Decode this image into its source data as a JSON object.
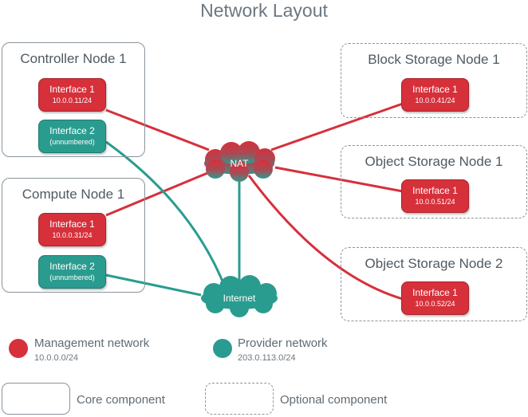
{
  "title": "Network Layout",
  "colors": {
    "management": "#d6303b",
    "provider": "#2a9c8f",
    "border": "#8a949b"
  },
  "nodes": {
    "controller": {
      "label": "Controller Node 1",
      "interface1": {
        "name": "Interface 1",
        "address": "10.0.0.11/24"
      },
      "interface2": {
        "name": "Interface 2",
        "address": "(unnumbered)"
      }
    },
    "compute": {
      "label": "Compute Node 1",
      "interface1": {
        "name": "Interface 1",
        "address": "10.0.0.31/24"
      },
      "interface2": {
        "name": "Interface 2",
        "address": "(unnumbered)"
      }
    },
    "block_storage": {
      "label": "Block Storage Node 1",
      "interface1": {
        "name": "Interface 1",
        "address": "10.0.0.41/24"
      }
    },
    "object_storage1": {
      "label": "Object Storage Node 1",
      "interface1": {
        "name": "Interface 1",
        "address": "10.0.0.51/24"
      }
    },
    "object_storage2": {
      "label": "Object Storage Node 2",
      "interface1": {
        "name": "Interface 1",
        "address": "10.0.0.52/24"
      }
    }
  },
  "clouds": {
    "nat": "NAT",
    "internet": "Internet"
  },
  "legend": {
    "management": {
      "title": "Management network",
      "subnet": "10.0.0.0/24"
    },
    "provider": {
      "title": "Provider network",
      "subnet": "203.0.113.0/24"
    },
    "core": "Core component",
    "optional": "Optional component"
  }
}
